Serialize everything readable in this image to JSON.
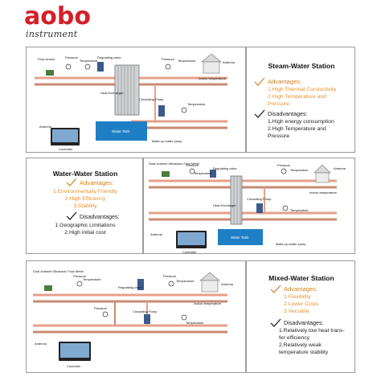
{
  "brand": {
    "name": "aobo",
    "tagline": "instrument"
  },
  "panels": [
    {
      "title": "Steam-Water Station",
      "advantages_title": "Advantages:",
      "advantages": [
        "1.High Thermal Conductivity",
        "2.High Temperature and",
        "Pressure"
      ],
      "disadvantages_title": "Disadvantages:",
      "disadvantages": [
        "1.High energy consumption",
        "2.High Temperature and",
        "Pressure"
      ],
      "labels": {
        "flow_sensor": "Flow sensor",
        "pressure": "Pressure",
        "temperature": "Temperature",
        "regulating_valve": "Regulating valve",
        "antenna": "Antenna",
        "indoor_temperature": "Indoor temperature",
        "heat_exchanger": "Heat Exchanger",
        "circulating_pump": "Circulating Pump",
        "water_tank": "Water Tank",
        "makeup_water_pump": "Make-up water pump",
        "controller": "Controller"
      }
    },
    {
      "title": "Water-Water Station",
      "advantages_title": "Advantages:",
      "advantages": [
        "1.Environmentally Friendly",
        "2.High Efficiency",
        "3.Stability"
      ],
      "disadvantages_title": "Disadvantages:",
      "disadvantages": [
        "1.Geographic Limitations",
        "2.High initial cost"
      ],
      "labels": {
        "flow_meter": "Dual channel Ultrasonic Flow Meter",
        "pressure": "Pressure",
        "temperature": "Temperature",
        "regulating_valve": "Regulating valve",
        "antenna": "Antenna",
        "indoor_temperature": "Indoor temperature",
        "heat_exchanger": "Heat Exchanger",
        "circulating_pump": "Circulating Pump",
        "water_tank": "Water Tank",
        "makeup_water_pump": "Make-up water pump",
        "controller": "Controller"
      }
    },
    {
      "title": "Mixed-Water Station",
      "advantages_title": "Advantages:",
      "advantages": [
        "1.Flexibility",
        "2.Lower Costs",
        "3.Versatile"
      ],
      "disadvantages_title": "Disadvantages:",
      "disadvantages": [
        "1.Relatively low heat trans-",
        "fer efficiency",
        "2.Relatively weak",
        "temperature stability"
      ],
      "labels": {
        "flow_meter": "Dual channel Ultrasonic Flow Meter",
        "pressure": "Pressure",
        "temperature": "Temperature",
        "regulating_valve": "Regulating valve",
        "antenna": "Antenna",
        "indoor_temperature": "Indoor temperature",
        "circulating_pump": "Circulating Pump",
        "controller": "Controller"
      }
    }
  ],
  "colors": {
    "brand": "#d4202a",
    "pipe_hot": "#e6a08a",
    "pipe_cold": "#c98b72",
    "tank": "#1f7fc4",
    "advantage": "#e8922a"
  }
}
